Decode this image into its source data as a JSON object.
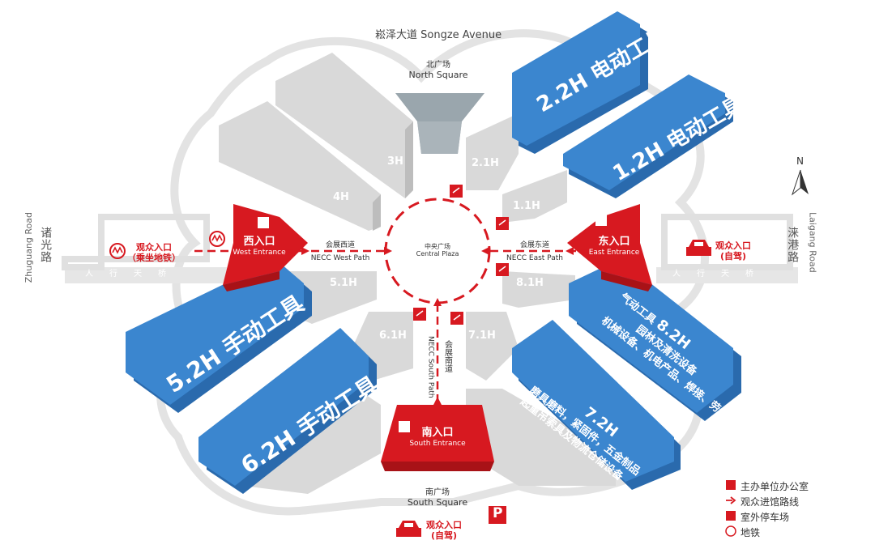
{
  "streets": {
    "north_cn": "崧泽大道",
    "north_en": "Songze Avenue",
    "west_cn": "诸光路",
    "west_en": "Zhuguang Road",
    "east_cn": "涞港路",
    "east_en": "Laigang Road"
  },
  "squares": {
    "north_cn": "北广场",
    "north_en": "North Square",
    "south_cn": "南广场",
    "south_en": "South Square",
    "central_cn": "中央广场",
    "central_en": "Central Plaza"
  },
  "entrances": {
    "west_cn": "西入口",
    "west_en": "West Entrance",
    "east_cn": "东入口",
    "east_en": "East Entrance",
    "south_cn": "南入口",
    "south_en": "South Entrance"
  },
  "paths": {
    "west_cn": "会展西道",
    "west_en": "NECC West Path",
    "east_cn": "会展东道",
    "east_en": "NECC East Path",
    "south_cn": "会展南道",
    "south_en": "NECC South Path"
  },
  "gates": {
    "west_title": "观众入口",
    "west_sub": "（乘坐地铁）",
    "east_title": "观众入口",
    "east_sub": "(自驾)",
    "south_title": "观众入口",
    "south_sub": "(自驾)"
  },
  "bridge_label": "人行天桥",
  "halls": {
    "h3": "3H",
    "h4": "4H",
    "h2_1": "2.1H",
    "h1_1": "1.1H",
    "h5_1": "5.1H",
    "h6_1": "6.1H",
    "h7_1": "7.1H",
    "h8_1": "8.1H"
  },
  "blue_halls": {
    "h2_2_code": "2.2H",
    "h2_2_text": "电动工具",
    "h1_2_code": "1.2H",
    "h1_2_text": "电动工具",
    "h5_2_code": "5.2H",
    "h5_2_text": "手动工具",
    "h6_2_code": "6.2H",
    "h6_2_text": "手动工具",
    "h8_2_code": "8.2H",
    "h8_2_line1": "气动工具",
    "h8_2_line2": "园林及清洗设备",
    "h8_2_line3": "机械设备、机电产品、焊接、劳保",
    "h7_2_code": "7.2H",
    "h7_2_line1": "磨具磨料，紧固件，五金制品",
    "h7_2_line2": "起重吊索具及物流仓储设备"
  },
  "compass": "N",
  "legend": [
    {
      "icon": "office-icon",
      "label": "主办单位办公室"
    },
    {
      "icon": "route-arrow-icon",
      "label": "观众进馆路线"
    },
    {
      "icon": "parking-icon",
      "label": "室外停车场"
    },
    {
      "icon": "metro-icon",
      "label": "地铁"
    }
  ],
  "parking_glyph": "P",
  "colors": {
    "blue_hall": "#3b86cf",
    "grey_hall": "#d9d9d9",
    "red": "#d71920",
    "outline": "#e6e6e6"
  }
}
